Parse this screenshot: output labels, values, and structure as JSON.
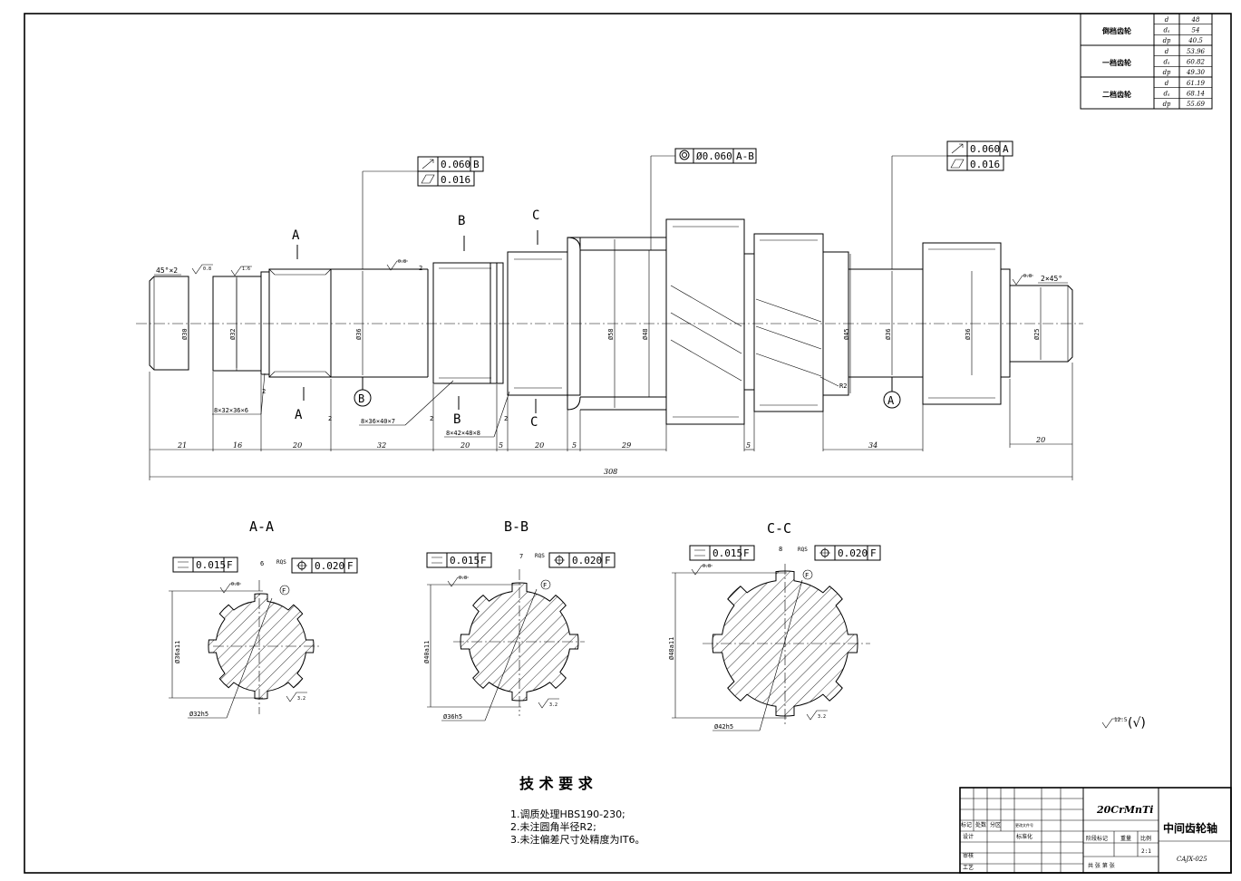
{
  "gear_table": {
    "groups": [
      {
        "name": "倒档齿轮",
        "rows": [
          [
            "d",
            "48"
          ],
          [
            "dₐ",
            "54"
          ],
          [
            "dբ",
            "40.5"
          ]
        ]
      },
      {
        "name": "一档齿轮",
        "rows": [
          [
            "d",
            "53.96"
          ],
          [
            "dₐ",
            "60.82"
          ],
          [
            "dբ",
            "49.30"
          ]
        ]
      },
      {
        "name": "二档齿轮",
        "rows": [
          [
            "d",
            "61.19"
          ],
          [
            "dₐ",
            "68.14"
          ],
          [
            "dբ",
            "55.69"
          ]
        ]
      }
    ]
  },
  "tolerance_frames": {
    "left_runout": "0.060",
    "left_runout_ref": "B",
    "left_cyl": "0.016",
    "concentricity": "Ø0.060",
    "concentricity_ref": "A-B",
    "right_runout": "0.060",
    "right_runout_ref": "A",
    "right_cyl": "0.016"
  },
  "section_markers": {
    "a": "A",
    "b": "B",
    "c": "C"
  },
  "datum_labels": {
    "a": "A",
    "b": "B",
    "f": "F"
  },
  "chamfers": {
    "left": "45°×2",
    "right": "2×45°"
  },
  "spline_callouts": {
    "a": "8×32×36×6",
    "b": "8×36×40×7",
    "c": "8×42×48×8"
  },
  "diameters": {
    "d30": "Ø30",
    "d32": "Ø32",
    "d36": "Ø36",
    "d58": "Ø58",
    "d48": "Ø48",
    "d45": "Ø45",
    "d36b": "Ø36",
    "d36c": "Ø36",
    "d25": "Ø25"
  },
  "bottom_dims": [
    "21",
    "16",
    "20",
    "32",
    "20",
    "5",
    "20",
    "5",
    "29",
    "5",
    "34",
    "20"
  ],
  "small_dims": [
    "2",
    "2",
    "2",
    "2",
    "2"
  ],
  "total_length": "308",
  "radius_label": "R2",
  "roughness": {
    "r0_8": "0.8",
    "r1_6": "1.6",
    "r3_2": "3.2",
    "r6_3": "6.3",
    "r12_5": "12.5"
  },
  "sections": [
    {
      "title": "A-A",
      "flat": "0.015",
      "flat_ref": "F",
      "pos": "0.020",
      "pos_ref": "F",
      "key": "6",
      "rqs": "RQS",
      "outer": "Ø36a11",
      "inner": "Ø32h5"
    },
    {
      "title": "B-B",
      "flat": "0.015",
      "flat_ref": "F",
      "pos": "0.020",
      "pos_ref": "F",
      "key": "7",
      "rqs": "RQS",
      "outer": "Ø40a11",
      "inner": "Ø36h5"
    },
    {
      "title": "C-C",
      "flat": "0.015",
      "flat_ref": "F",
      "pos": "0.020",
      "pos_ref": "F",
      "key": "8",
      "rqs": "RQS",
      "outer": "Ø48a11",
      "inner": "Ø42h5"
    }
  ],
  "general_roughness": "12.5",
  "general_roughness_paren": "(√)",
  "requirements": {
    "title": "技 术 要 求",
    "items": [
      "1.调质处理HBS190-230;",
      "2.未注圆角半径R2;",
      "3.未注偏差尺寸处精度为IT6。"
    ]
  },
  "title_block": {
    "material": "20CrMnTi",
    "part_name": "中间齿轮轴",
    "drawing_no": "CAJX-025",
    "scale_label": "比例",
    "scale": "2:1",
    "weight_label": "重量",
    "stage_label": "阶段标记",
    "marks_label": "标记",
    "count_label": "处数",
    "zone_label": "分区",
    "change_label": "更改文件号",
    "design_label": "设计",
    "std_label": "标准化",
    "check_label": "审核",
    "craft_label": "工艺",
    "sheets_label": "共  张  第  张"
  }
}
